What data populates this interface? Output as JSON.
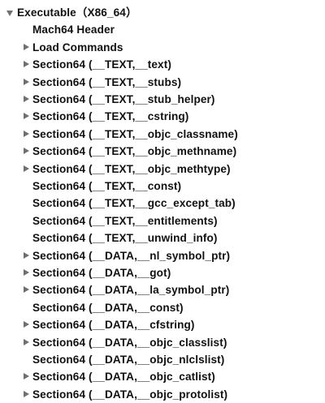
{
  "tree": {
    "root": {
      "label": "Executable（X86_64）",
      "expanded": true
    },
    "children": [
      {
        "label": "Mach64 Header",
        "expandable": false
      },
      {
        "label": "Load Commands",
        "expandable": true
      },
      {
        "label": "Section64 (__TEXT,__text)",
        "expandable": true
      },
      {
        "label": "Section64 (__TEXT,__stubs)",
        "expandable": true
      },
      {
        "label": "Section64 (__TEXT,__stub_helper)",
        "expandable": true
      },
      {
        "label": "Section64 (__TEXT,__cstring)",
        "expandable": true
      },
      {
        "label": "Section64 (__TEXT,__objc_classname)",
        "expandable": true
      },
      {
        "label": "Section64 (__TEXT,__objc_methname)",
        "expandable": true
      },
      {
        "label": "Section64 (__TEXT,__objc_methtype)",
        "expandable": true
      },
      {
        "label": "Section64 (__TEXT,__const)",
        "expandable": false
      },
      {
        "label": "Section64 (__TEXT,__gcc_except_tab)",
        "expandable": false
      },
      {
        "label": "Section64 (__TEXT,__entitlements)",
        "expandable": false
      },
      {
        "label": "Section64 (__TEXT,__unwind_info)",
        "expandable": false
      },
      {
        "label": "Section64 (__DATA,__nl_symbol_ptr)",
        "expandable": true
      },
      {
        "label": "Section64 (__DATA,__got)",
        "expandable": true
      },
      {
        "label": "Section64 (__DATA,__la_symbol_ptr)",
        "expandable": true
      },
      {
        "label": "Section64 (__DATA,__const)",
        "expandable": false
      },
      {
        "label": "Section64 (__DATA,__cfstring)",
        "expandable": true
      },
      {
        "label": "Section64 (__DATA,__objc_classlist)",
        "expandable": true
      },
      {
        "label": "Section64 (__DATA,__objc_nlclslist)",
        "expandable": false
      },
      {
        "label": "Section64 (__DATA,__objc_catlist)",
        "expandable": true
      },
      {
        "label": "Section64 (__DATA,__objc_protolist)",
        "expandable": true
      }
    ]
  }
}
